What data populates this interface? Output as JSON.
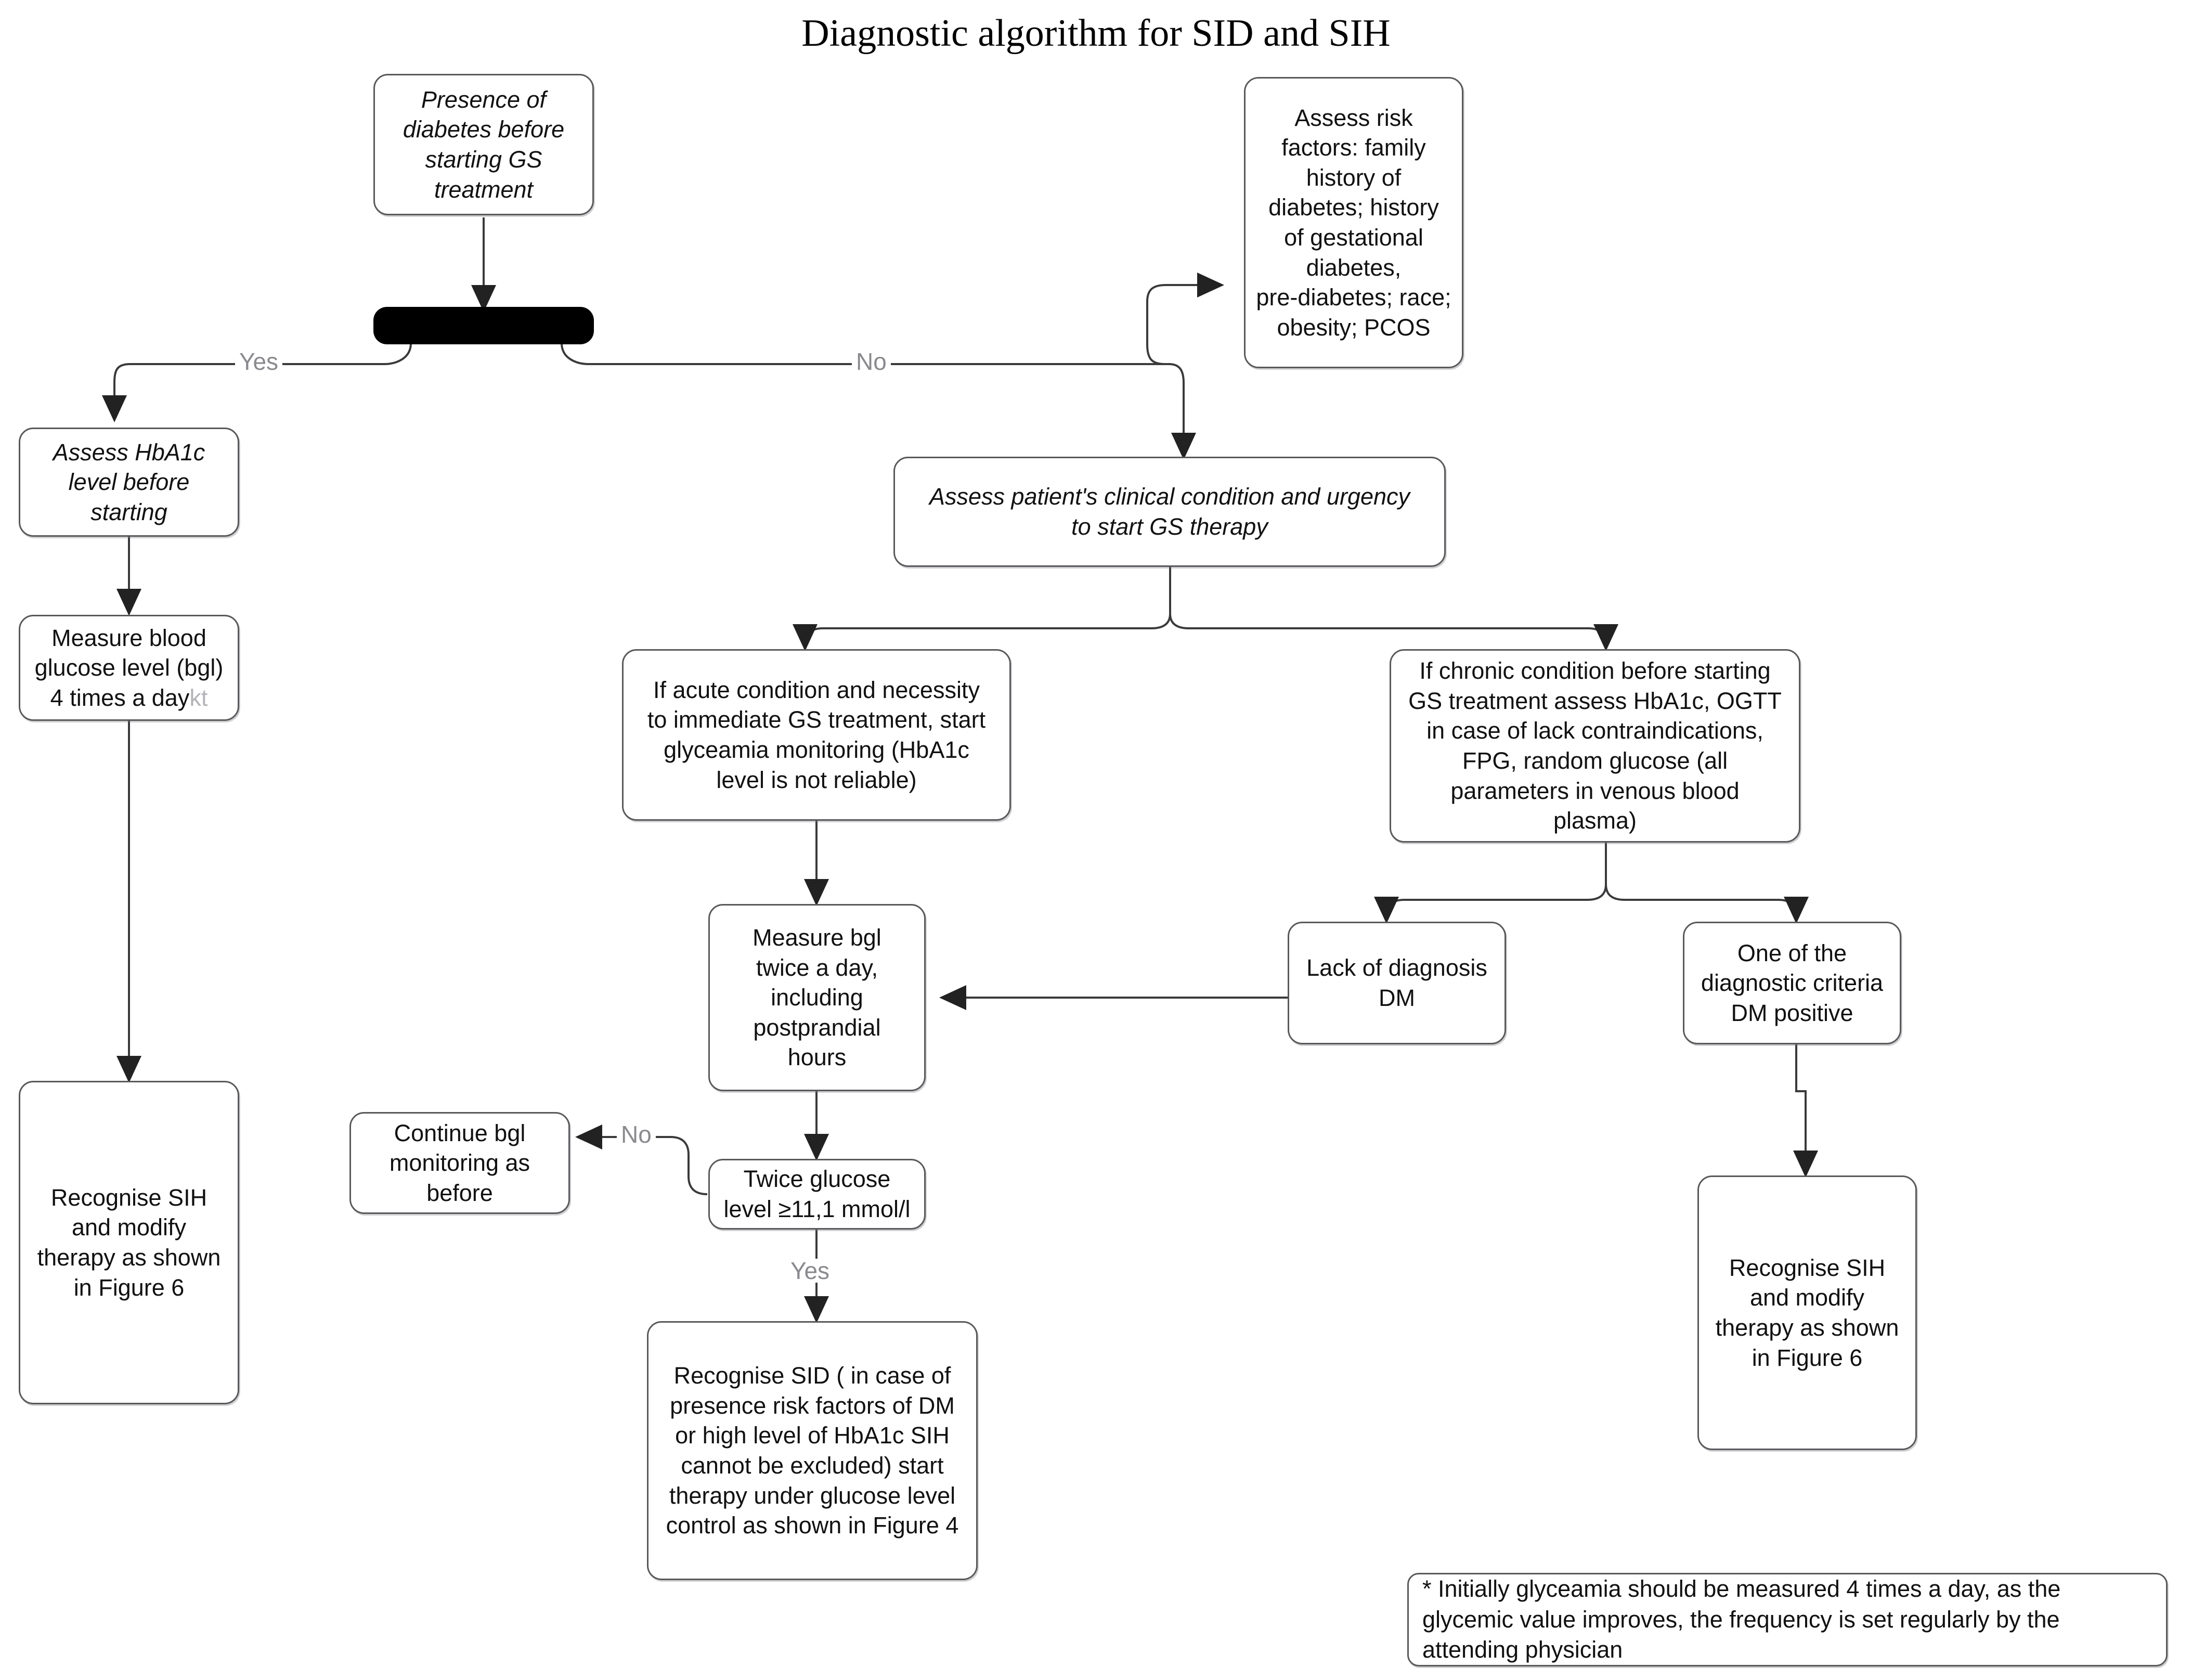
{
  "diagram": {
    "title": "Diagnostic algorithm for SID and SIH",
    "nodes": {
      "presence_diabetes": "Presence of\ndiabetes before\nstarting GS\ntreatment",
      "risk_factors": "Assess risk\nfactors: family\nhistory of\ndiabetes; history\nof gestational\ndiabetes,\npre-diabetes; race;\nobesity; PCOS",
      "assess_hba1c": "Assess HbA1c\nlevel before\nstarting",
      "measure_bgl_4x_main": "Measure blood\nglucose level (bgl)\n4 times a day",
      "measure_bgl_4x_suffix": "kt",
      "recognise_sih_left": "Recognise SIH\nand modify\ntherapy as shown\nin Figure 6",
      "assess_clinical": "Assess patient's clinical condition and urgency\nto start GS therapy",
      "acute_condition": "If acute condition and necessity\nto immediate GS treatment, start\nglyceamia monitoring (HbA1c\nlevel is not reliable)",
      "chronic_condition": "If chronic condition before starting\nGS treatment assess HbA1c, OGTT\nin case of lack contraindications,\nFPG, random glucose (all\nparameters in venous blood\nplasma)",
      "measure_bgl_twice": "Measure bgl\ntwice a day,\nincluding\npostprandial\nhours",
      "lack_diagnosis": "Lack of diagnosis\nDM",
      "criteria_positive": "One of the\ndiagnostic criteria\nDM  positive",
      "continue_monitoring": "Continue bgl\nmonitoring as\nbefore",
      "twice_glucose": "Twice glucose\nlevel ≥11,1 mmol/l",
      "recognise_sid": "Recognise SID  ( in case of\npresence risk factors of DM\nor high level of HbA1c SIH\ncannot be excluded) start\ntherapy under glucose level\ncontrol as shown in Figure 4",
      "recognise_sih_right": "Recognise SIH\nand modify\ntherapy as shown\nin Figure 6",
      "footnote": "* Initially glyceamia should be measured 4 times a day, as the glycemic\nvalue improves, the frequency is set regularly by the attending physician"
    },
    "edge_labels": {
      "yes_top": "Yes",
      "no_top": "No",
      "no_glucose": "No",
      "yes_glucose": "Yes"
    },
    "colors": {
      "node_border": "#59595c",
      "decision_fill": "#000000",
      "edge_label": "#8a8a8e",
      "edge_line": "#3a3a3c",
      "background": "#ffffff"
    }
  }
}
